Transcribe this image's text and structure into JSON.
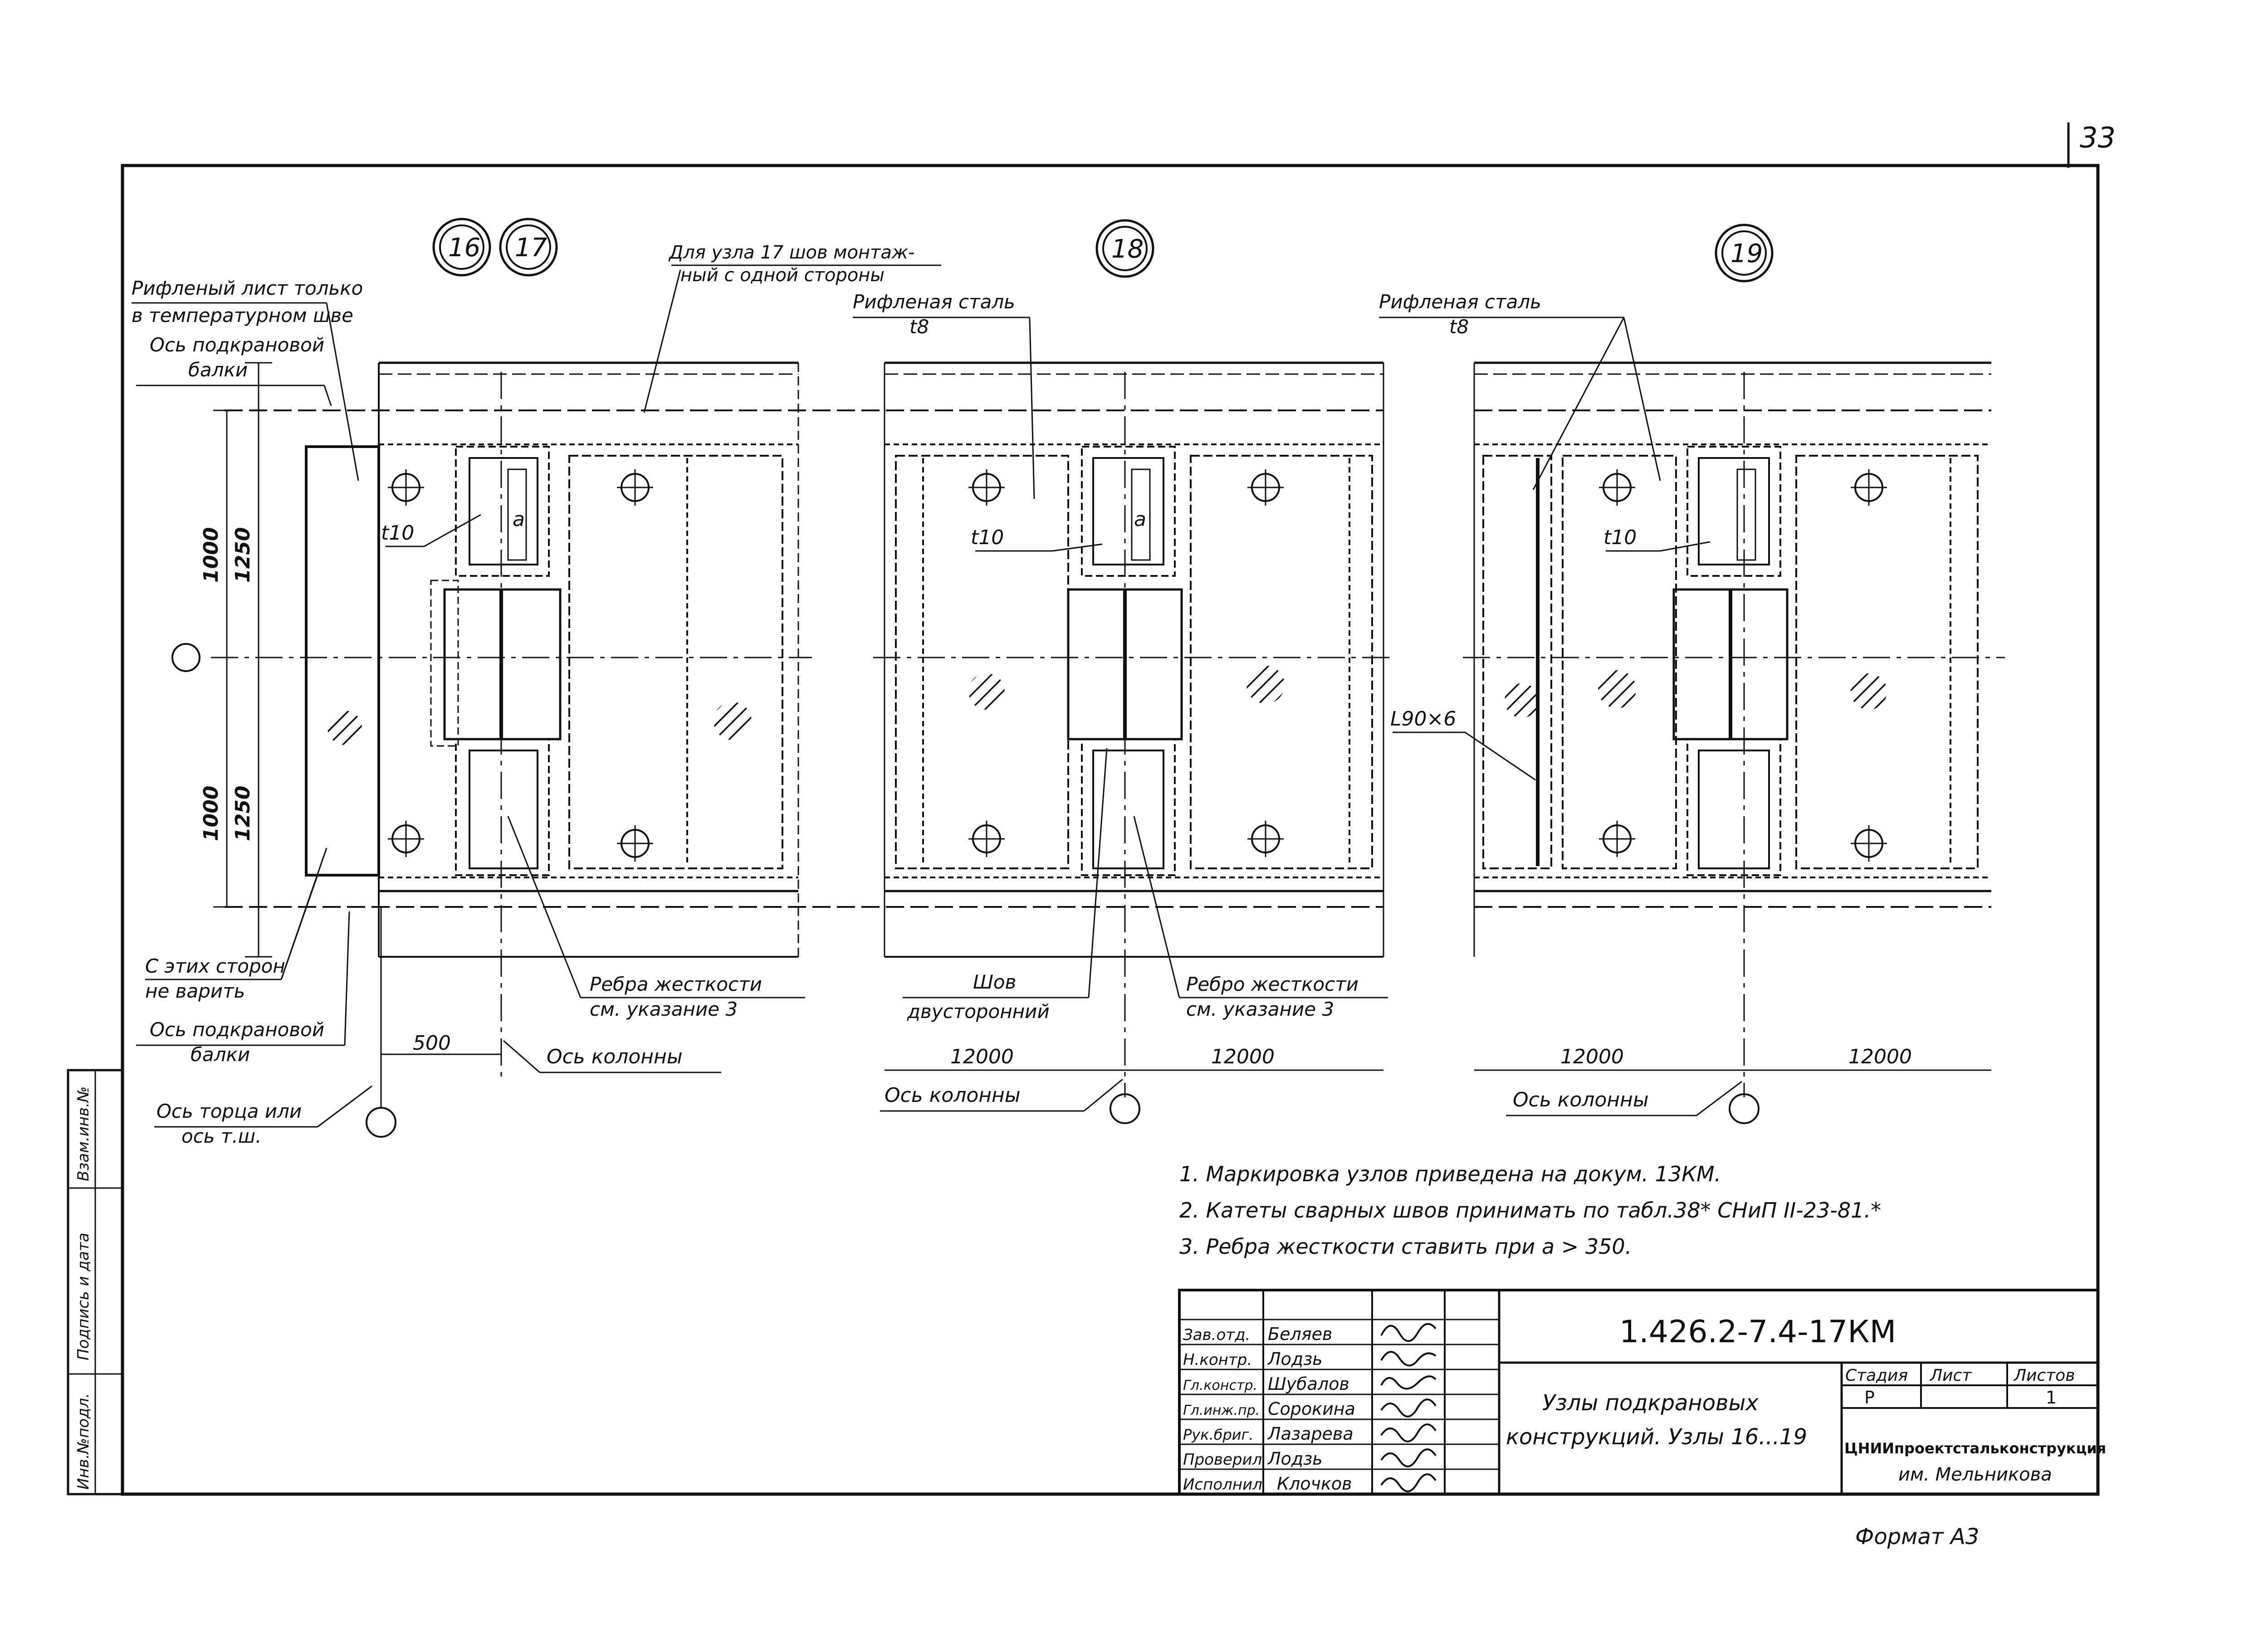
{
  "sheet": {
    "number": "33",
    "format": "Формат А3"
  },
  "nodes": {
    "n16": "16",
    "n17": "17",
    "n18": "18",
    "n19": "19"
  },
  "left_group": {
    "ribbed_sheet_note_line1": "Рифленый лист только",
    "ribbed_sheet_note_line2": "в температурном шве",
    "beam_axis_top_line1": "Ось подкрановой",
    "beam_axis_top_line2": "балки",
    "node17_note_line1": "Для узла 17 шов монтаж-",
    "node17_note_line2": "ный с одной стороны",
    "plate_t10": "t10",
    "label_a": "a",
    "dim_1000_top": "1000",
    "dim_1250_top": "1250",
    "dim_1000_bottom": "1000",
    "dim_1250_bottom": "1250",
    "no_weld_line1": "С этих сторон",
    "no_weld_line2": "не варить",
    "beam_axis_bottom_line1": "Ось подкрановой",
    "beam_axis_bottom_line2": "балки",
    "stiffener_line1": "Ребра жесткости",
    "stiffener_line2": "см. указание 3",
    "dim_500": "500",
    "column_axis": "Ось колонны",
    "end_axis_line1": "Ось торца или",
    "end_axis_line2": "ось т.ш."
  },
  "middle_group": {
    "ribbed_steel_line1": "Рифленая сталь",
    "ribbed_steel_line2": "t8",
    "plate_t10": "t10",
    "label_a": "a",
    "weld_line1": "Шов",
    "weld_line2": "двусторонний",
    "stiffener_line1": "Ребро жесткости",
    "stiffener_line2": "см. указание 3",
    "dim_left": "12000",
    "dim_right": "12000",
    "column_axis": "Ось колонны"
  },
  "right_group": {
    "ribbed_steel_line1": "Рифленая сталь",
    "ribbed_steel_line2": "t8",
    "plate_t10": "t10",
    "angle": "L90×6",
    "dim_left": "12000",
    "dim_right": "12000",
    "column_axis": "Ось колонны"
  },
  "notes": [
    "1. Маркировка узлов приведена на докум. 13КМ.",
    "2. Катеты сварных швов принимать по табл.38* СНиП II-23-81.*",
    "3. Ребра жесткости ставить при a > 350."
  ],
  "side_stamp": [
    "Инв.№подл.",
    "Подпись и дата",
    "Взам.инв.№"
  ],
  "title_block": {
    "code": "1.426.2-7.4-17КМ",
    "title_line1": "Узлы подкрановых",
    "title_line2": "конструкций. Узлы 16...19",
    "stage_header": "Стадия",
    "sheet_header": "Лист",
    "sheets_header": "Листов",
    "stage_value": "Р",
    "sheets_value": "1",
    "org_line1": "ЦНИИпроектстальконструкция",
    "org_line2": "им. Мельникова",
    "roles": [
      {
        "role": "Зав.отд.",
        "name": "Беляев"
      },
      {
        "role": "Н.контр.",
        "name": "Лодзь"
      },
      {
        "role": "Гл.констр.",
        "name": "Шубалов"
      },
      {
        "role": "Гл.инж.пр.",
        "name": "Сорокина"
      },
      {
        "role": "Рук.бриг.",
        "name": "Лазарева"
      },
      {
        "role": "Проверил",
        "name": "Лодзь"
      },
      {
        "role": "Исполнил",
        "name": "Клочков"
      }
    ]
  }
}
